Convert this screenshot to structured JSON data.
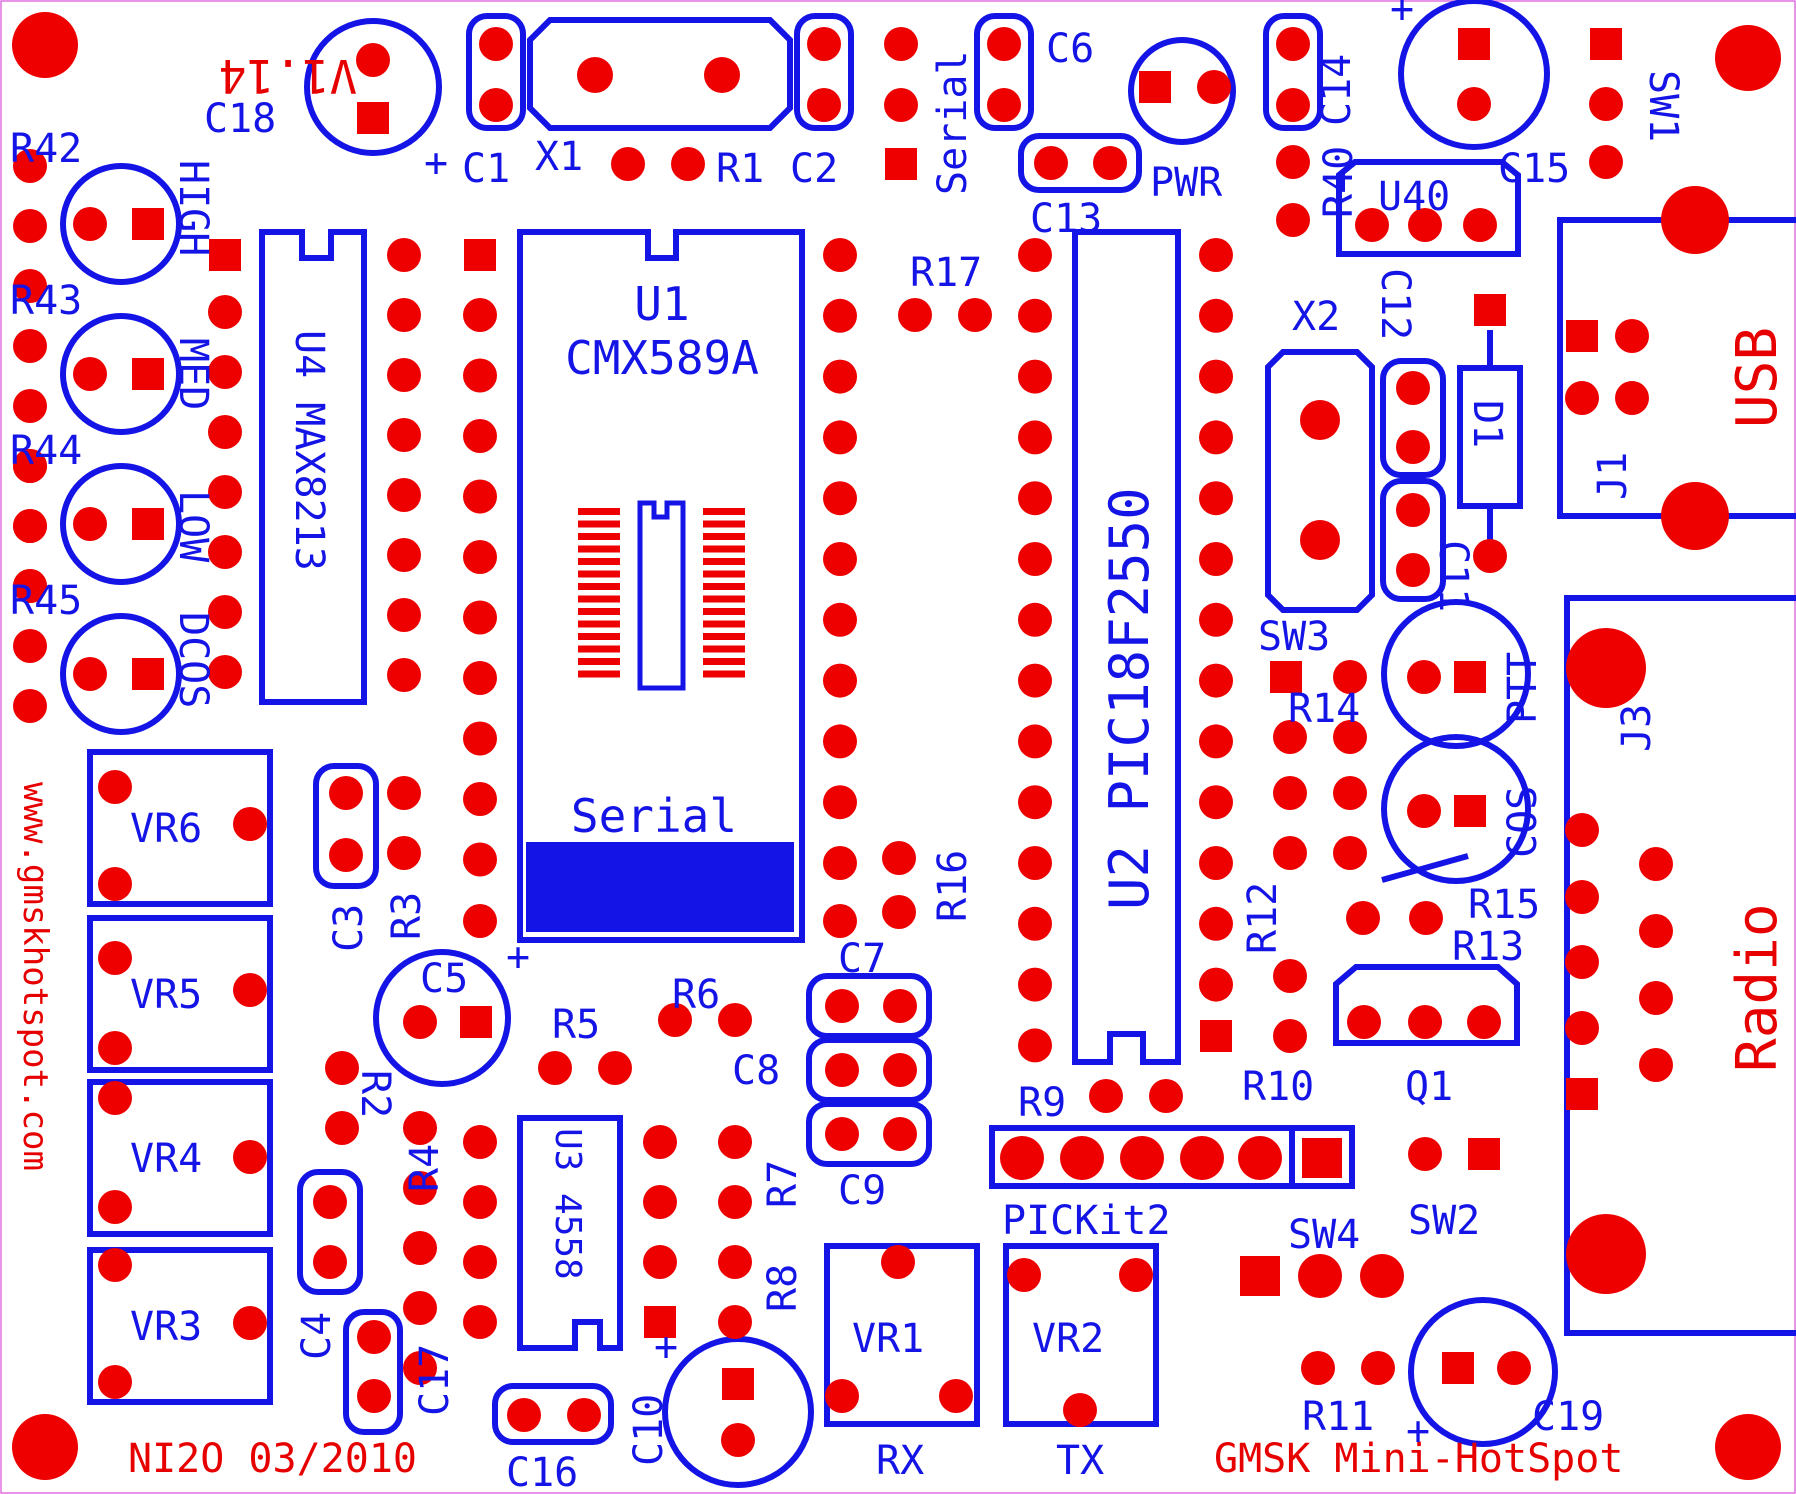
{
  "board": {
    "version": "V1.14",
    "author_date": "NI2O 03/2010",
    "title": "GMSK Mini-HotSpot",
    "website": "www.gmskhotspot.com",
    "colors": {
      "silkscreen": "#1414e6",
      "copper": "#ee0000",
      "background": "#ffffff"
    }
  },
  "labels": {
    "C18": "C18",
    "C1": "C1",
    "X1": "X1",
    "R1": "R1",
    "C2": "C2",
    "serial_top": "Serial",
    "serial_mid": "Serial",
    "C6": "C6",
    "PWR": "PWR",
    "C13": "C13",
    "R40": "R40",
    "C14": "C14",
    "U40": "U40",
    "C15": "C15",
    "SW1": "SW1",
    "R42": "R42",
    "R43": "R43",
    "R44": "R44",
    "R45": "R45",
    "HIGH": "HIGH",
    "MED": "MED",
    "LOW": "LOW",
    "DCOS": "DCOS",
    "U4": "U4 MAX8213",
    "U1": "U1",
    "U1_part": "CMX589A",
    "R17": "R17",
    "U2": "U2 PIC18F2550",
    "X2": "X2",
    "C12": "C12",
    "D1": "D1",
    "USB": "USB",
    "J1": "J1",
    "C11": "C11",
    "SW3": "SW3",
    "R14": "R14",
    "PTT": "PTT",
    "COS": "COS",
    "J3": "J3",
    "Radio": "Radio",
    "R12": "R12",
    "R15": "R15",
    "R13": "R13",
    "Q1": "Q1",
    "R10": "R10",
    "R9": "R9",
    "PICKIT": "PICKit2",
    "SW4": "SW4",
    "SW2": "SW2",
    "R11": "R11",
    "C19": "C19",
    "VR6": "VR6",
    "VR5": "VR5",
    "VR4": "VR4",
    "VR3": "VR3",
    "VR1": "VR1",
    "VR2": "VR2",
    "C3": "C3",
    "R3": "R3",
    "C5": "C5",
    "R5": "R5",
    "R6": "R6",
    "R2": "R2",
    "R4": "R4",
    "C7": "C7",
    "C8": "C8",
    "C9": "C9",
    "R7": "R7",
    "R8": "R8",
    "R16": "R16",
    "U3": "U3 4558",
    "C4": "C4",
    "C17": "C17",
    "C16": "C16",
    "C10": "C10",
    "RX": "RX",
    "TX": "TX",
    "plus": "+"
  }
}
